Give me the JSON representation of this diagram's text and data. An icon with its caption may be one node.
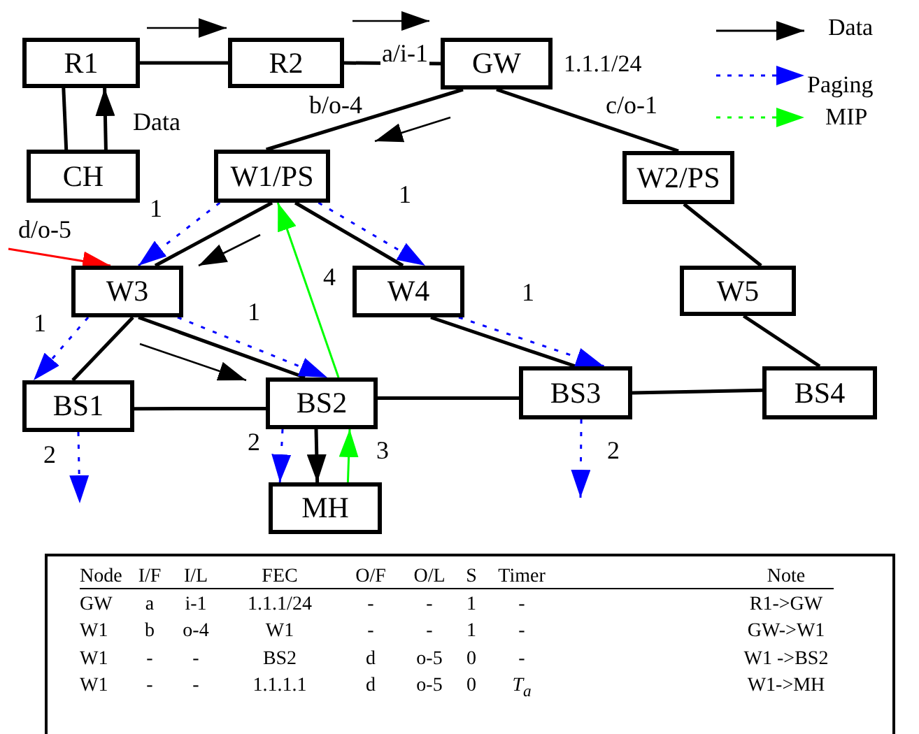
{
  "diagram": {
    "nodes": [
      {
        "text": [
          "R1"
        ]
      },
      {
        "text": [
          "R2"
        ]
      },
      {
        "text": [
          "GW"
        ],
        "beside": [
          "1.1.1/24"
        ]
      },
      {
        "text": [
          "CH"
        ]
      },
      {
        "text": [
          "W1/PS"
        ]
      },
      {
        "text": [
          "W2/PS"
        ]
      },
      {
        "text": [
          "W3"
        ]
      },
      {
        "text": [
          "W4"
        ]
      },
      {
        "text": [
          "W5"
        ]
      },
      {
        "text": [
          "BS1"
        ]
      },
      {
        "text": [
          "BS2"
        ]
      },
      {
        "text": [
          "BS3"
        ]
      },
      {
        "text": [
          "BS4"
        ]
      },
      {
        "text": [
          "MH"
        ]
      }
    ],
    "edges": [
      {
        "from": 0,
        "to": 1,
        "arrow": "none"
      },
      {
        "from": 1,
        "to": 2,
        "arrow": "none",
        "label": "a/i-1"
      },
      {
        "from": 0,
        "to": 3,
        "arrow": "none"
      },
      {
        "from": 2,
        "to": 4,
        "arrow": "none",
        "label": "b/o-4"
      },
      {
        "from": 2,
        "to": 5,
        "arrow": "none",
        "label": "c/o-1"
      },
      {
        "from": 4,
        "to": 6,
        "arrow": "none"
      },
      {
        "from": 4,
        "to": 7,
        "arrow": "none"
      },
      {
        "from": 5,
        "to": 8,
        "arrow": "none"
      },
      {
        "from": 6,
        "to": 9,
        "arrow": "none"
      },
      {
        "from": 6,
        "to": 10,
        "arrow": "none"
      },
      {
        "from": 7,
        "to": 11,
        "arrow": "none"
      },
      {
        "from": 8,
        "to": 12,
        "arrow": "none"
      },
      {
        "from": 9,
        "to": 10,
        "arrow": "none"
      },
      {
        "from": 10,
        "to": 11,
        "arrow": "none"
      },
      {
        "from": 11,
        "to": 12,
        "arrow": "none"
      },
      {
        "from": 3,
        "to": 0,
        "arrow": "to",
        "label": "Data"
      },
      {
        "from": 4,
        "to": 6,
        "arrow": "to",
        "label": "1",
        "style": "dashed",
        "color": "#0000ff"
      },
      {
        "from": 4,
        "to": 7,
        "arrow": "to",
        "label": "1",
        "style": "dashed",
        "color": "#0000ff"
      },
      {
        "from": 6,
        "to": 9,
        "arrow": "to",
        "label": "1",
        "style": "dashed",
        "color": "#0000ff"
      },
      {
        "from": 6,
        "to": 10,
        "arrow": "to",
        "label": "1",
        "style": "dashed",
        "color": "#0000ff"
      },
      {
        "from": 7,
        "to": 11,
        "arrow": "to",
        "label": "1",
        "style": "dashed",
        "color": "#0000ff"
      },
      {
        "from": 9,
        "to": null,
        "arrow": "to",
        "label": "2",
        "style": "dashed",
        "color": "#0000ff"
      },
      {
        "from": 10,
        "to": 13,
        "arrow": "to",
        "label": "2",
        "style": "dashed",
        "color": "#0000ff"
      },
      {
        "from": 11,
        "to": null,
        "arrow": "to",
        "label": "2",
        "style": "dashed",
        "color": "#0000ff"
      },
      {
        "from": 10,
        "to": 13,
        "arrow": "to"
      },
      {
        "from": 13,
        "to": 10,
        "arrow": "to",
        "label": "3",
        "color": "#00ff00"
      },
      {
        "from": 10,
        "to": 4,
        "arrow": "to",
        "label": "4",
        "color": "#00ff00"
      },
      {
        "from": null,
        "to": 6,
        "arrow": "to",
        "label": "d/o-5",
        "color": "#ff0000"
      }
    ],
    "labels": [
      "Node",
      "I/F",
      "I/L",
      "FEC",
      "O/F",
      "O/L",
      "S",
      "Timer",
      "Note",
      "GW",
      "a",
      "i-1",
      "1.1.1/24",
      "-",
      "-",
      "1",
      "-",
      "R1->GW",
      "W1",
      "b",
      "o-4",
      "W1",
      "-",
      "-",
      "1",
      "-",
      "GW->W1",
      "W1",
      "-",
      "-",
      "BS2",
      "d",
      "o-5",
      "0",
      "-",
      "W1 ->BS2",
      "W1",
      "-",
      "-",
      "1.1.1.1",
      "d",
      "o-5",
      "0",
      "T$_{a}$",
      "W1->MH"
    ],
    "legend": [
      {
        "text": "Data"
      },
      {
        "text": "Paging"
      },
      {
        "text": "MIP"
      }
    ]
  }
}
